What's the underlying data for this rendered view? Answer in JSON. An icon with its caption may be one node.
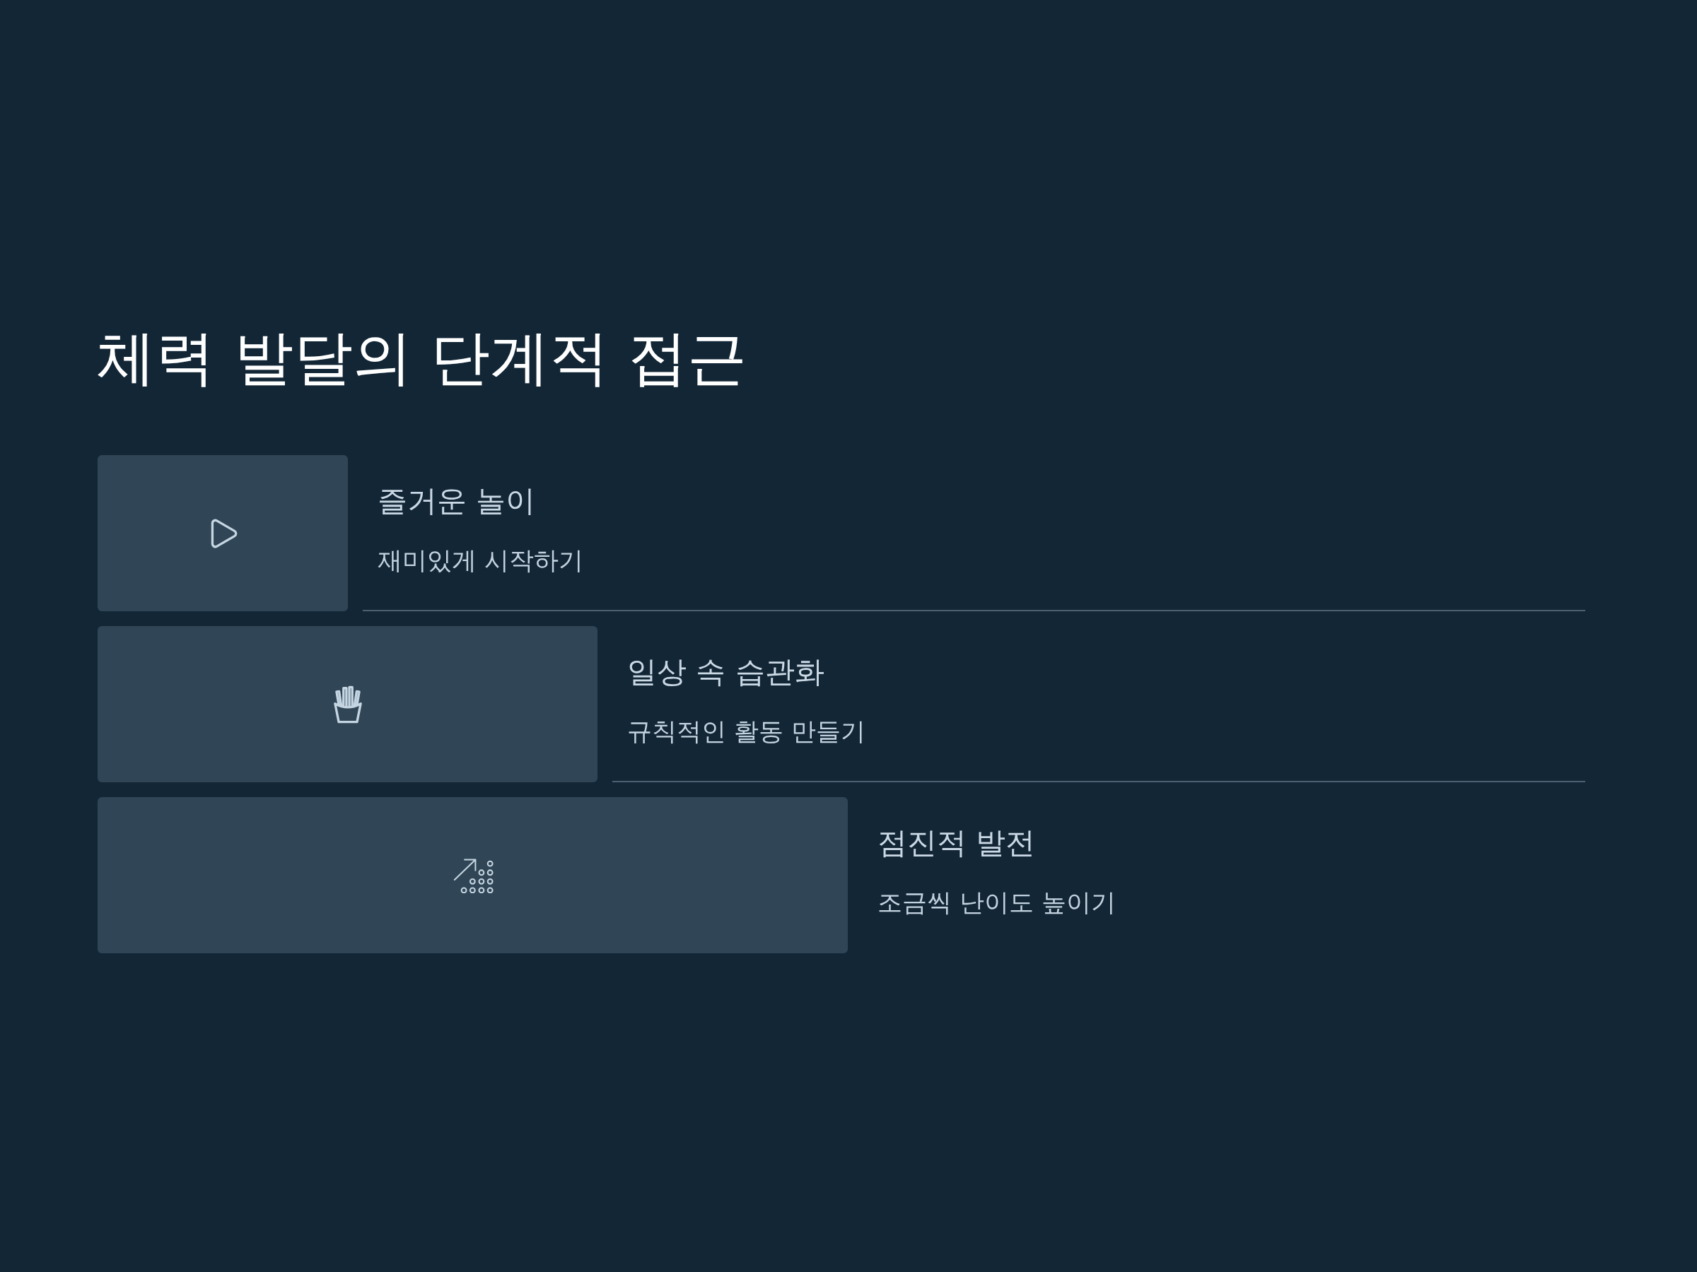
{
  "diagram": {
    "title": "체력 발달의 단계적 접근",
    "nodes": [
      {
        "text": [
          "즐거운 놀이",
          "재미있게 시작하기"
        ]
      },
      {
        "text": [
          "일상 속 습관화",
          "규칙적인 활동 만들기"
        ]
      },
      {
        "text": [
          "점진적 발전",
          "조금씩 난이도 높이기"
        ]
      }
    ]
  }
}
